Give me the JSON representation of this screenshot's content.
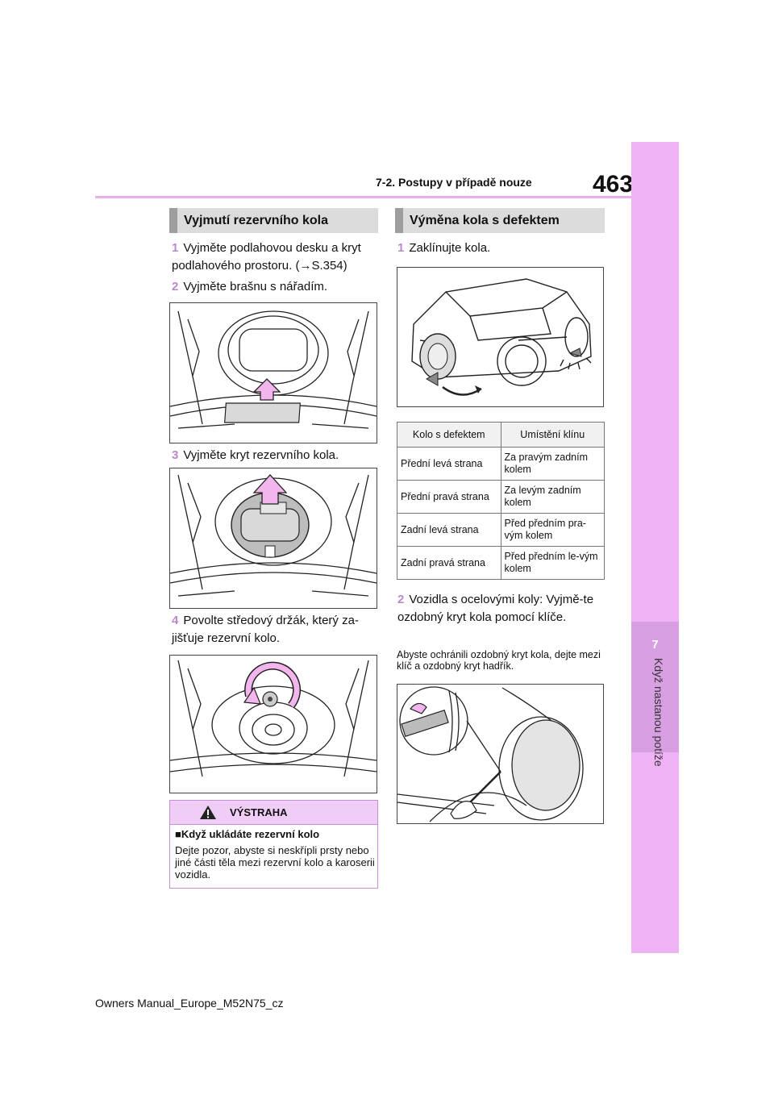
{
  "header": {
    "page_number": "463",
    "section": "7-2. Postupy v případě nouze",
    "chapter_number": "7",
    "chapter_title": "Když nastanou potíže"
  },
  "left": {
    "heading": "Vyjmutí rezervního kola",
    "steps": [
      {
        "num": "1",
        "text": "Vyjměte podlahovou desku a kryt podlahového prostoru. (→S.354)"
      },
      {
        "num": "2",
        "text": "Vyjměte brašnu s nářadím."
      },
      {
        "num": "3",
        "text": "Vyjměte kryt rezervního kola."
      },
      {
        "num": "4",
        "text": "Povolte středový držák, který za-jišťuje rezervní kolo."
      }
    ],
    "warning": {
      "title": "VÝSTRAHA",
      "subtitle": "■Když ukládáte rezervní kolo",
      "text": "Dejte pozor, abyste si neskřípli prsty nebo jiné části těla mezi rezervní kolo a karoserii vozidla."
    }
  },
  "right": {
    "heading": "Výměna kola s defektem",
    "step1": {
      "num": "1",
      "text": "Zaklínujte kola."
    },
    "table": {
      "headers": [
        "Kolo s defektem",
        "Umístění klínu"
      ],
      "rows": [
        [
          "Přední levá strana",
          "Za pravým zadním kolem"
        ],
        [
          "Přední pravá strana",
          "Za levým zadním kolem"
        ],
        [
          "Zadní levá strana",
          "Před předním pra-vým kolem"
        ],
        [
          "Zadní pravá strana",
          "Před předním le-vým kolem"
        ]
      ]
    },
    "step2": {
      "num": "2",
      "text": "Vozidla s ocelovými koly: Vyjmě-te ozdobný kryt kola pomocí klíče."
    },
    "note": "Abyste ochránili ozdobný kryt kola, dejte mezi klíč a ozdobný kryt hadřík."
  },
  "footer": "Owners Manual_Europe_M52N75_cz"
}
